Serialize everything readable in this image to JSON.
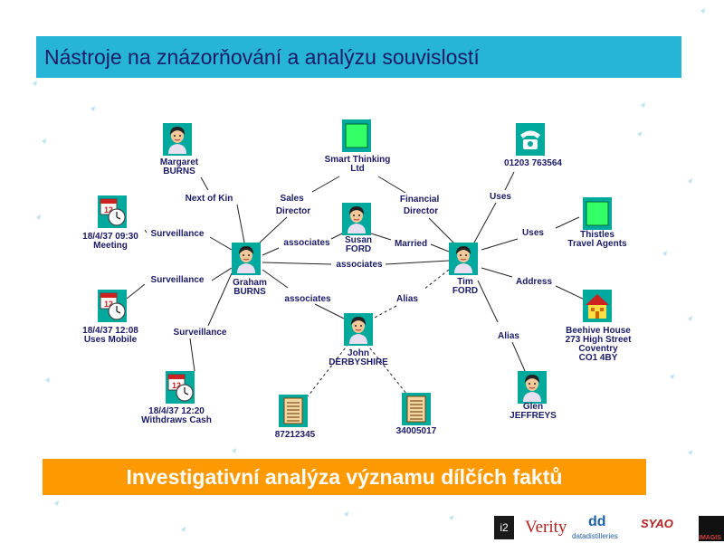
{
  "title": "Nástroje na znázorňování a analýzu souvislostí",
  "banner": "Investigativní analýza významu dílčích faktů",
  "entities": {
    "margaret": {
      "lines": [
        "Margaret",
        "BURNS"
      ],
      "icon": "person-icon"
    },
    "smart": {
      "lines": [
        "Smart Thinking",
        "Ltd"
      ],
      "icon": "organization-icon"
    },
    "phone": {
      "lines": [
        "01203 763564"
      ],
      "icon": "telephone-icon"
    },
    "event1": {
      "lines": [
        "18/4/37 09:30",
        "Meeting"
      ],
      "icon": "calendar-clock-icon"
    },
    "susan": {
      "lines": [
        "Susan",
        "FORD"
      ],
      "icon": "person-icon"
    },
    "thistles": {
      "lines": [
        "Thistles",
        "Travel Agents"
      ],
      "icon": "organization-icon"
    },
    "graham": {
      "lines": [
        "Graham",
        "BURNS"
      ],
      "icon": "person-icon"
    },
    "tim": {
      "lines": [
        "Tim",
        "FORD"
      ],
      "icon": "person-icon"
    },
    "event2": {
      "lines": [
        "18/4/37 12:08",
        "Uses Mobile"
      ],
      "icon": "calendar-clock-icon"
    },
    "john": {
      "lines": [
        "John",
        "DERBYSHIRE"
      ],
      "icon": "person-icon"
    },
    "beehive": {
      "lines": [
        "Beehive House",
        "273 High Street",
        "Coventry",
        "CO1 4BY"
      ],
      "icon": "house-icon"
    },
    "event3": {
      "lines": [
        "18/4/37 12:20",
        "Withdraws Cash"
      ],
      "icon": "calendar-clock-icon"
    },
    "acct1": {
      "lines": [
        "87212345"
      ],
      "icon": "account-ledger-icon"
    },
    "acct2": {
      "lines": [
        "34005017"
      ],
      "icon": "account-ledger-icon"
    },
    "glen": {
      "lines": [
        "Glen",
        "JEFFREYS"
      ],
      "icon": "person-icon"
    }
  },
  "links": {
    "next_of_kin": "Next of Kin",
    "sales_director": [
      "Sales",
      "Director"
    ],
    "financial_director": [
      "Financial",
      "Director"
    ],
    "uses_phone": "Uses",
    "uses_thistles": "Uses",
    "surveillance1": "Surveillance",
    "surveillance2": "Surveillance",
    "surveillance3": "Surveillance",
    "associates_gs": "associates",
    "married": "Married",
    "associates_gt": "associates",
    "associates_gj": "associates",
    "alias_tj": "Alias",
    "address": "Address",
    "alias_tg": "Alias"
  },
  "logos": {
    "i2": "i2",
    "verity": "Verity",
    "datadistilleries": "datadistilleries",
    "syao": "SYAO",
    "imagis": "IMAGIS"
  },
  "colors": {
    "title_bar": "#26b5d6",
    "banner": "#ff9900",
    "entity_bg": "#00a99d",
    "text": "#1a1a66"
  }
}
